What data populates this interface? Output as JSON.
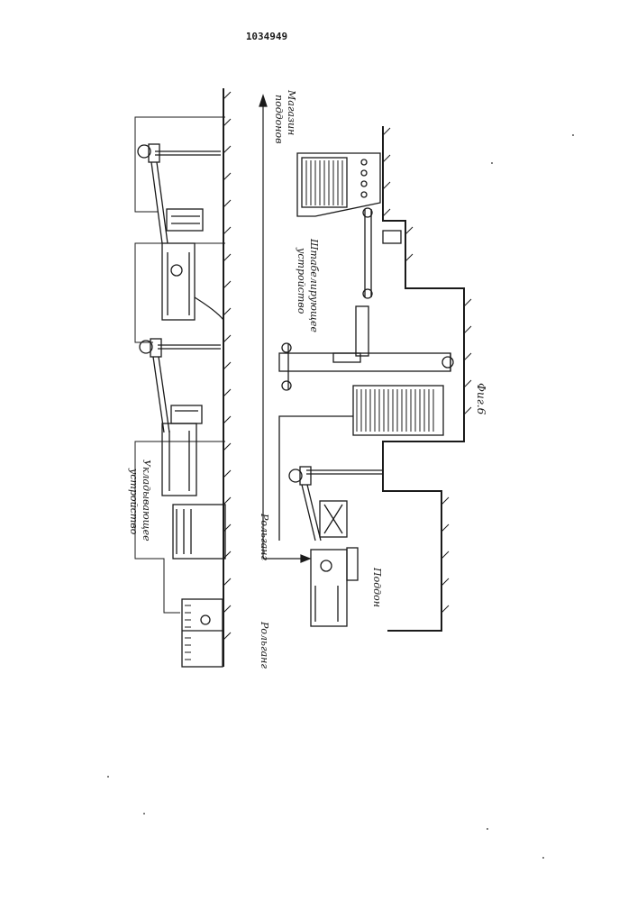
{
  "patent_number": "1034949",
  "figure_label": "Фиг.6",
  "labels": {
    "pallet_magazine_line1": "Магазин",
    "pallet_magazine_line2": "поддонов",
    "stacking_device_line1": "Штабелирующее",
    "stacking_device_line2": "устройство",
    "laying_device_line1": "Укладывающее",
    "laying_device_line2": "устройство",
    "rolgang_upper": "Рольганг",
    "rolgang_lower": "Рольганг",
    "pallet": "Поддон"
  }
}
